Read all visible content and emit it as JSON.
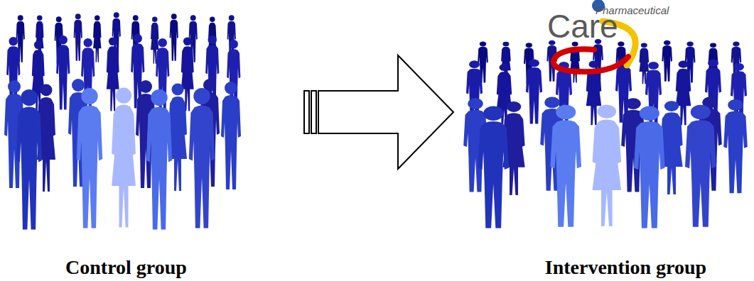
{
  "diagram": {
    "nodes": [
      {
        "text": [
          "Control group"
        ]
      },
      {
        "text": [
          "Intervention group"
        ]
      }
    ],
    "edges": [
      {
        "from": 0,
        "to": 1,
        "arrow": "to"
      }
    ],
    "labels": [
      "Pharmaceutical",
      "Care"
    ]
  }
}
